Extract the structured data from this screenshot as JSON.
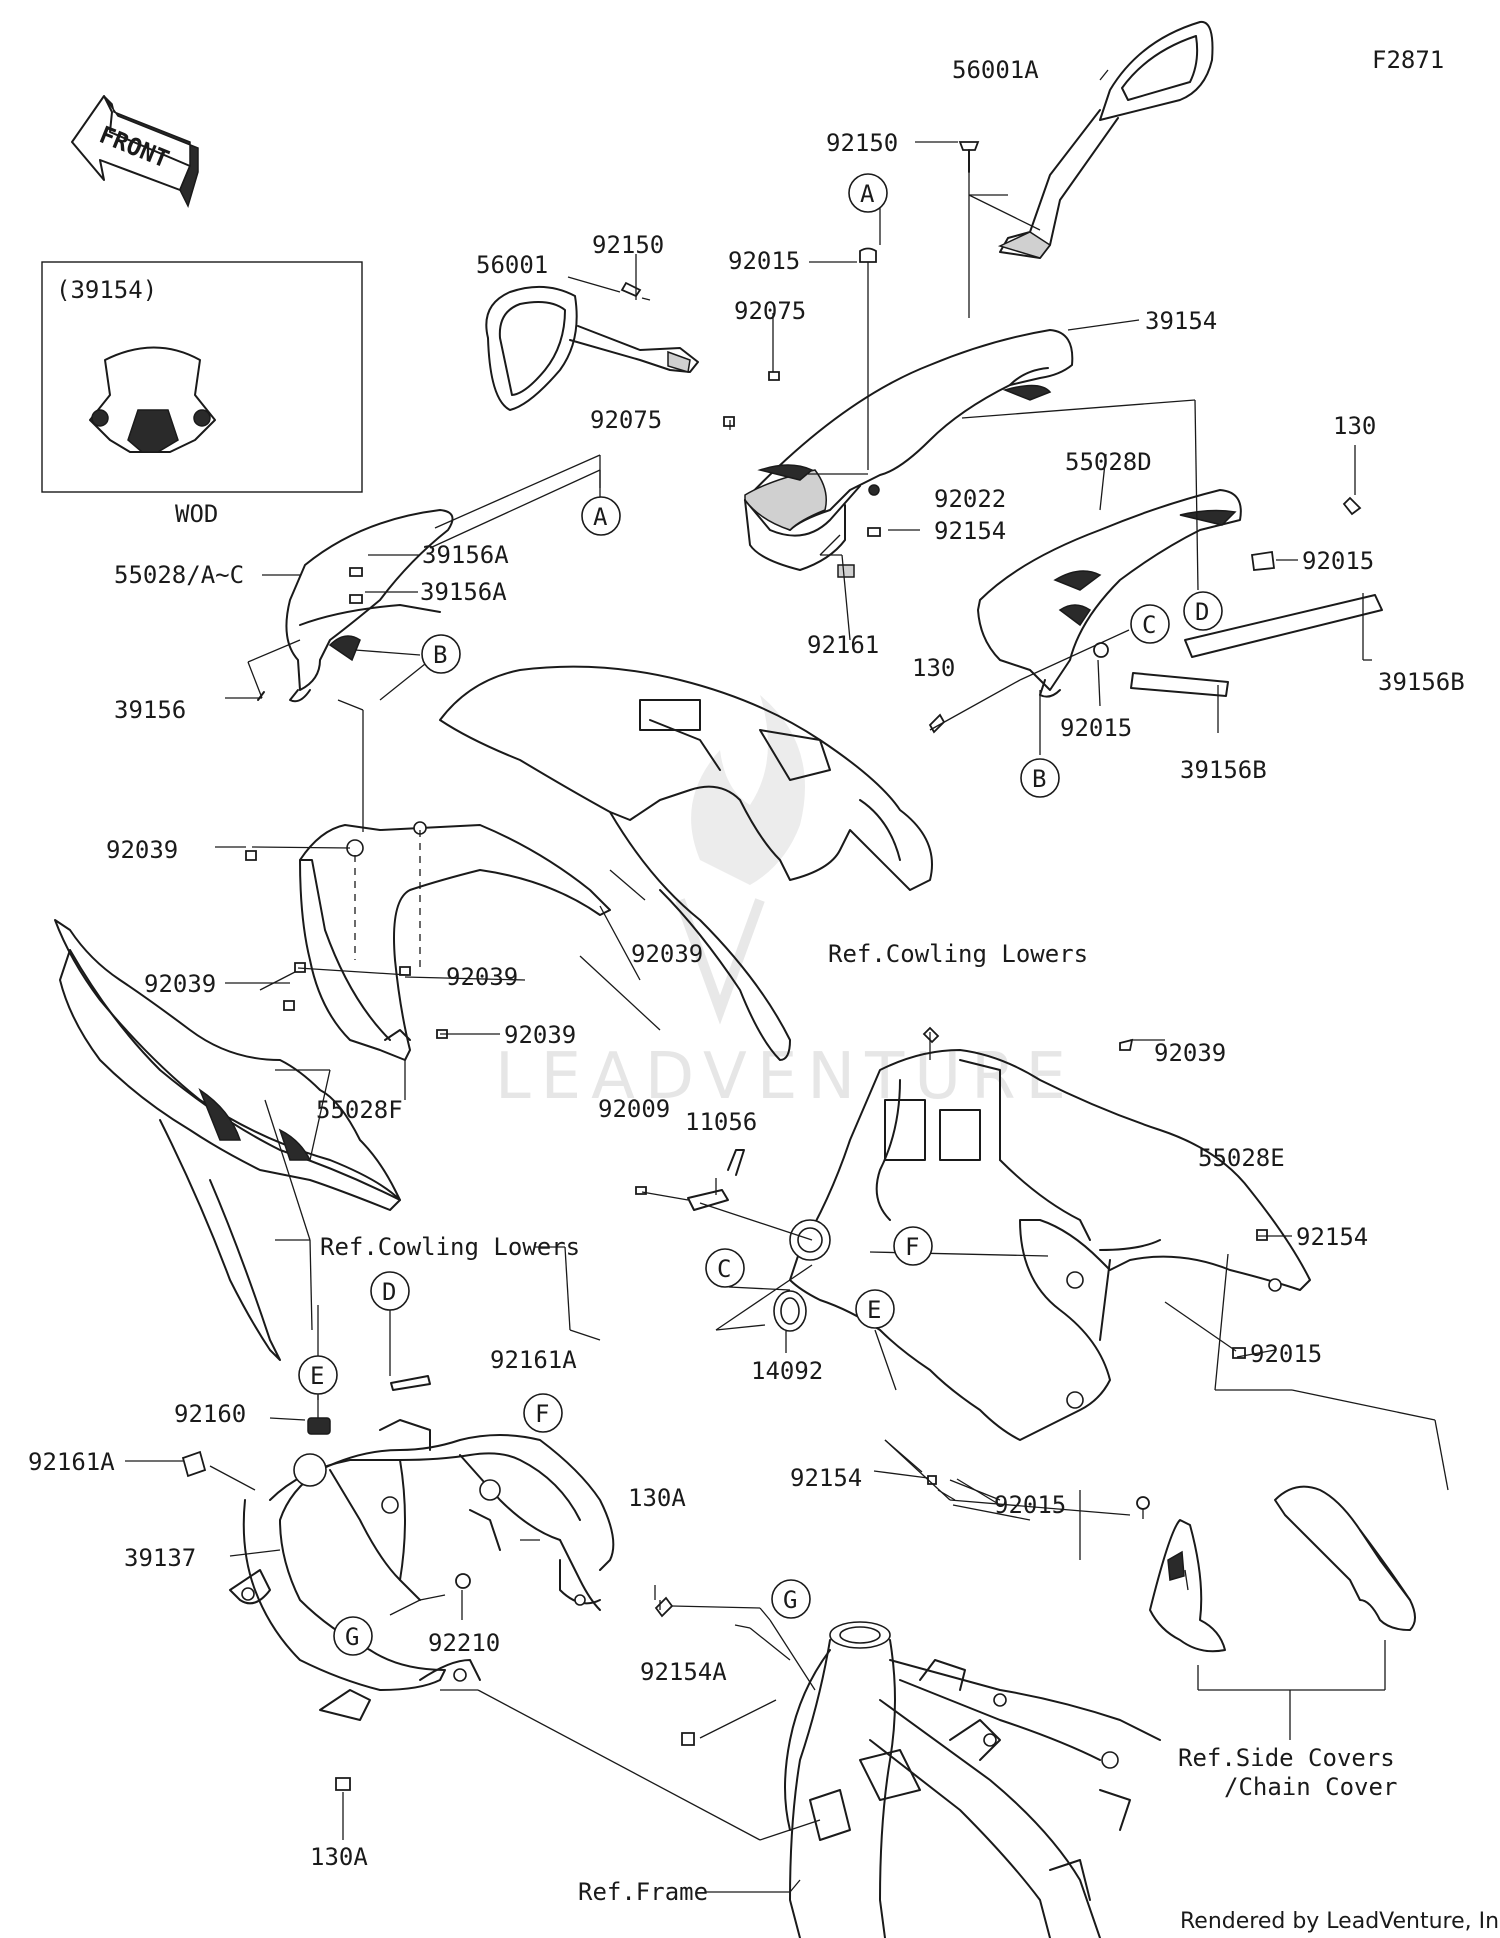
{
  "figure_code": "F2871",
  "front_label": "FRONT",
  "watermark": "LEADVENTURE",
  "footer": "Rendered by LeadVenture, Inc.",
  "inset": {
    "top_label": "(39154)",
    "bottom_label": "WOD"
  },
  "callouts": [
    {
      "id": "56001A",
      "text": "56001A"
    },
    {
      "id": "92150-a",
      "text": "92150"
    },
    {
      "id": "A-top",
      "text": "A"
    },
    {
      "id": "92015-a",
      "text": "92015"
    },
    {
      "id": "56001",
      "text": "56001"
    },
    {
      "id": "92150-b",
      "text": "92150"
    },
    {
      "id": "92075-a",
      "text": "92075"
    },
    {
      "id": "39154",
      "text": "39154"
    },
    {
      "id": "92075-b",
      "text": "92075"
    },
    {
      "id": "92022",
      "text": "92022"
    },
    {
      "id": "92154-a",
      "text": "92154"
    },
    {
      "id": "92161",
      "text": "92161"
    },
    {
      "id": "130-a",
      "text": "130"
    },
    {
      "id": "55028D",
      "text": "55028D"
    },
    {
      "id": "92015-b",
      "text": "92015"
    },
    {
      "id": "D-top",
      "text": "D"
    },
    {
      "id": "39156B-a",
      "text": "39156B"
    },
    {
      "id": "C-top",
      "text": "C"
    },
    {
      "id": "130-b",
      "text": "130"
    },
    {
      "id": "92015-c",
      "text": "92015"
    },
    {
      "id": "B-right",
      "text": "B"
    },
    {
      "id": "39156B-b",
      "text": "39156B"
    },
    {
      "id": "A-left",
      "text": "A"
    },
    {
      "id": "39156A-a",
      "text": "39156A"
    },
    {
      "id": "55028AC",
      "text": "55028/A~C"
    },
    {
      "id": "39156A-b",
      "text": "39156A"
    },
    {
      "id": "B-left",
      "text": "B"
    },
    {
      "id": "39156",
      "text": "39156"
    },
    {
      "id": "92039-a",
      "text": "92039"
    },
    {
      "id": "92039-b",
      "text": "92039"
    },
    {
      "id": "92039-c",
      "text": "92039"
    },
    {
      "id": "92039-d",
      "text": "92039"
    },
    {
      "id": "92039-e",
      "text": "92039"
    },
    {
      "id": "55028F",
      "text": "55028F"
    },
    {
      "id": "92039-f",
      "text": "92039"
    },
    {
      "id": "92009",
      "text": "92009"
    },
    {
      "id": "11056",
      "text": "11056"
    },
    {
      "id": "55028E",
      "text": "55028E"
    },
    {
      "id": "C-mid",
      "text": "C"
    },
    {
      "id": "F-mid",
      "text": "F"
    },
    {
      "id": "92154-b",
      "text": "92154"
    },
    {
      "id": "92015-d",
      "text": "92015"
    },
    {
      "id": "E-mid",
      "text": "E"
    },
    {
      "id": "14092",
      "text": "14092"
    },
    {
      "id": "92154-c",
      "text": "92154"
    },
    {
      "id": "92015-e",
      "text": "92015"
    },
    {
      "id": "D-low",
      "text": "D"
    },
    {
      "id": "92161A-a",
      "text": "92161A"
    },
    {
      "id": "E-low",
      "text": "E"
    },
    {
      "id": "92160",
      "text": "92160"
    },
    {
      "id": "F-low",
      "text": "F"
    },
    {
      "id": "92161A-b",
      "text": "92161A"
    },
    {
      "id": "39137",
      "text": "39137"
    },
    {
      "id": "130A-a",
      "text": "130A"
    },
    {
      "id": "G-left",
      "text": "G"
    },
    {
      "id": "92210",
      "text": "92210"
    },
    {
      "id": "G-right",
      "text": "G"
    },
    {
      "id": "92154A",
      "text": "92154A"
    },
    {
      "id": "130A-b",
      "text": "130A"
    }
  ],
  "references": [
    {
      "id": "ref-cowling-1",
      "text": "Ref.Cowling Lowers"
    },
    {
      "id": "ref-cowling-2",
      "text": "Ref.Cowling Lowers"
    },
    {
      "id": "ref-side-1",
      "text": "Ref.Side Covers"
    },
    {
      "id": "ref-side-2",
      "text": "/Chain Cover"
    },
    {
      "id": "ref-frame",
      "text": "Ref.Frame"
    }
  ]
}
